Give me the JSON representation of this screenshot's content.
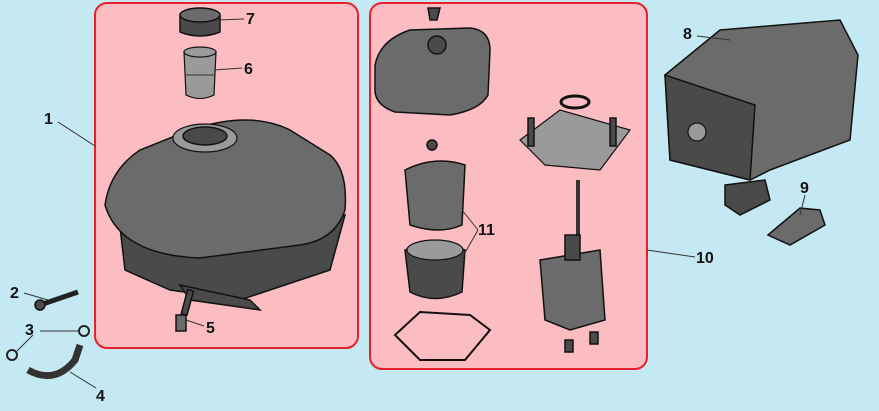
{
  "callouts": {
    "c1": "1",
    "c2": "2",
    "c3": "3",
    "c4": "4",
    "c5": "5",
    "c6": "6",
    "c7": "7",
    "c8": "8",
    "c9": "9",
    "c10": "10",
    "c11": "11"
  },
  "colors": {
    "background": "#c5e9f2",
    "group_fill": "#fbbcc2",
    "group_border": "#e8202a"
  }
}
